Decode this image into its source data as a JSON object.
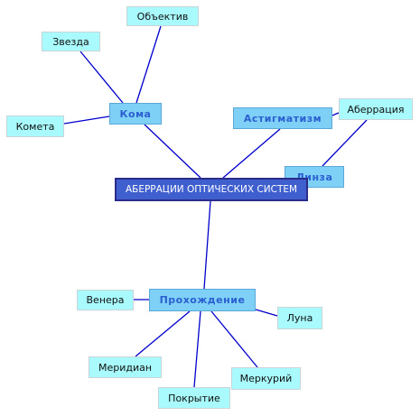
{
  "root": {
    "label": "АБЕРРАЦИИ ОПТИЧЕСКИХ СИСТЕМ"
  },
  "branches": {
    "koma": "Кома",
    "astigmatizm": "Астигматизм",
    "linza": "Линза",
    "prohozhdenie": "Прохождение"
  },
  "leaves": {
    "objektiv": "Объектив",
    "zvezda": "Звезда",
    "kometa": "Комета",
    "aberraciya": "Аберрация",
    "venera": "Венера",
    "luna": "Луна",
    "meridian": "Меридиан",
    "merkuriy": "Меркурий",
    "pokrytie": "Покрытие"
  },
  "colors": {
    "connector": "#0000cc",
    "root_fill": "#3f5fcf",
    "branch_fill": "#7fd0f6",
    "leaf_fill": "#a8fafc"
  }
}
